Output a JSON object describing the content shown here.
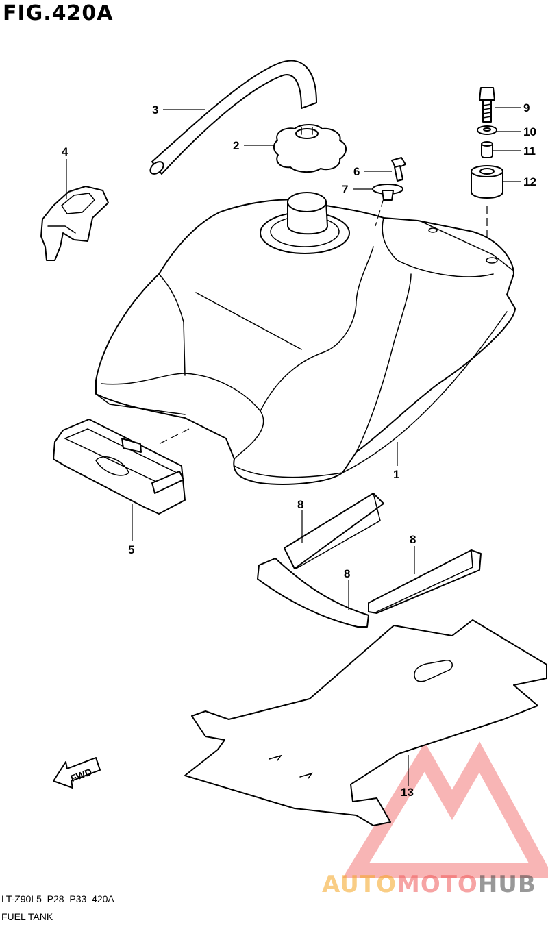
{
  "figure": {
    "title": "FIG.420A",
    "code": "LT-Z90L5_P28_P33_420A",
    "caption": "FUEL TANK"
  },
  "callouts": [
    "1",
    "2",
    "3",
    "4",
    "5",
    "6",
    "7",
    "8",
    "8",
    "8",
    "9",
    "10",
    "11",
    "12",
    "13"
  ],
  "fwd_label": "FWD",
  "watermark": {
    "part1": "AUTO",
    "part2": "MOTO",
    "part3": "HUB",
    "colors": {
      "auto": "#f5a623",
      "moto": "#ef5a5a",
      "hub": "#444444",
      "logo": "#ef5a5a"
    }
  }
}
